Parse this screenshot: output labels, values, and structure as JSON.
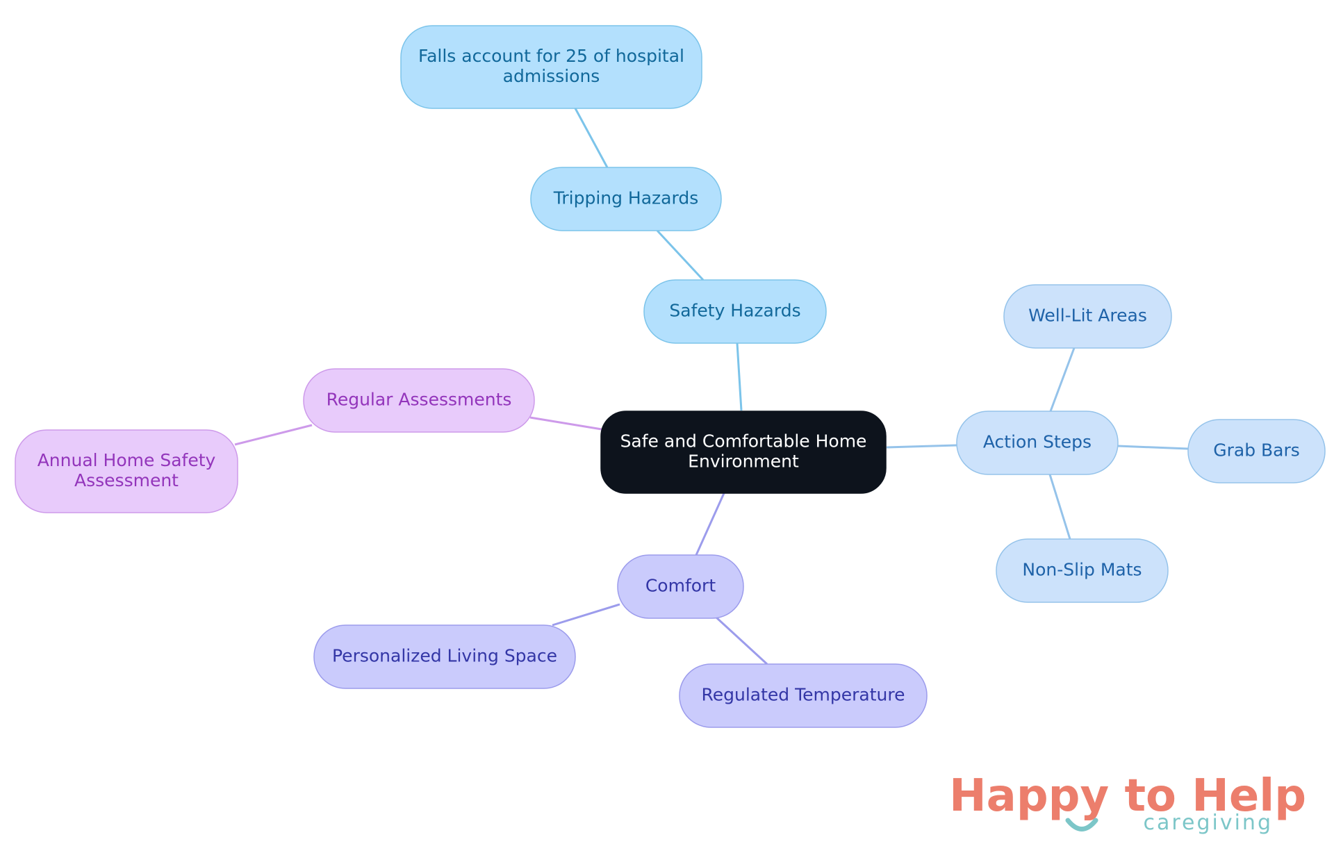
{
  "diagram": {
    "root": {
      "id": "root",
      "lines": [
        "Safe and Comfortable Home",
        "Environment"
      ]
    },
    "nodes": [
      {
        "id": "safety",
        "parent": "root",
        "branch": "safety",
        "lines": [
          "Safety Hazards"
        ]
      },
      {
        "id": "tripping",
        "parent": "safety",
        "branch": "safety",
        "lines": [
          "Tripping Hazards"
        ]
      },
      {
        "id": "falls",
        "parent": "tripping",
        "branch": "safety",
        "lines": [
          "Falls account for 25 of hospital",
          "admissions"
        ]
      },
      {
        "id": "action",
        "parent": "root",
        "branch": "action",
        "lines": [
          "Action Steps"
        ]
      },
      {
        "id": "welllit",
        "parent": "action",
        "branch": "action",
        "lines": [
          "Well-Lit Areas"
        ]
      },
      {
        "id": "grab",
        "parent": "action",
        "branch": "action",
        "lines": [
          "Grab Bars"
        ]
      },
      {
        "id": "nonslip",
        "parent": "action",
        "branch": "action",
        "lines": [
          "Non-Slip Mats"
        ]
      },
      {
        "id": "comfort",
        "parent": "root",
        "branch": "comfort",
        "lines": [
          "Comfort"
        ]
      },
      {
        "id": "personal",
        "parent": "comfort",
        "branch": "comfort",
        "lines": [
          "Personalized Living Space"
        ]
      },
      {
        "id": "temp",
        "parent": "comfort",
        "branch": "comfort",
        "lines": [
          "Regulated Temperature"
        ]
      },
      {
        "id": "regular",
        "parent": "root",
        "branch": "assess",
        "lines": [
          "Regular Assessments"
        ]
      },
      {
        "id": "annual",
        "parent": "regular",
        "branch": "assess",
        "lines": [
          "Annual Home Safety",
          "Assessment"
        ]
      }
    ]
  },
  "colors": {
    "root": {
      "fill": "#0d131c",
      "stroke": "#0d131c",
      "text": "#ffffff"
    },
    "safety": {
      "fill": "#b3e0fd",
      "stroke": "#7cc4ea",
      "text": "#11689a",
      "edge": "#7cc4ea"
    },
    "action": {
      "fill": "#cce2fb",
      "stroke": "#95c3ea",
      "text": "#1e62a8",
      "edge": "#95c3ea"
    },
    "comfort": {
      "fill": "#cacbfc",
      "stroke": "#9c9cec",
      "text": "#3336a6",
      "edge": "#9c9cec"
    },
    "assess": {
      "fill": "#e8cbfb",
      "stroke": "#cd9aea",
      "text": "#9335bb",
      "edge": "#cd9aea"
    }
  },
  "logo": {
    "title": "Happy to Help",
    "subtitle": "caregiving",
    "title_color": "#ec7e6c",
    "subtitle_color": "#7cc6c8"
  }
}
